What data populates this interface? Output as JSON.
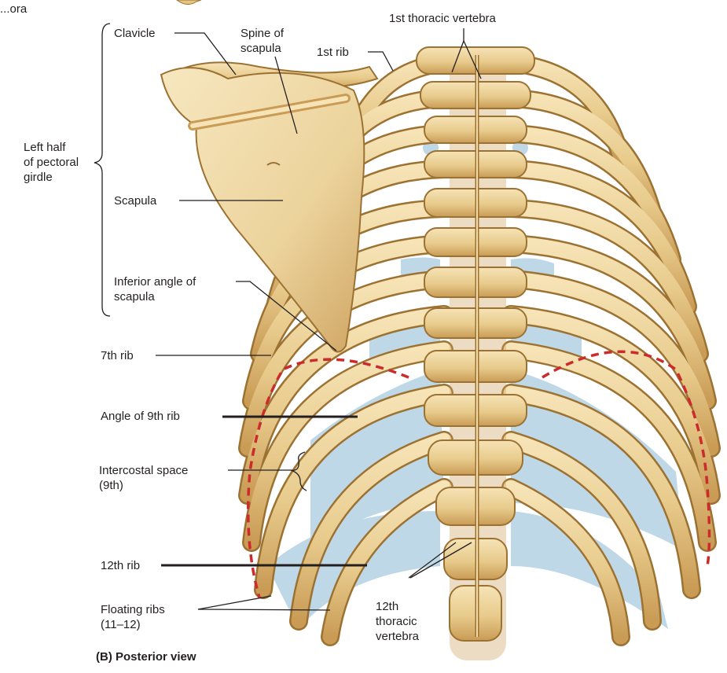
{
  "figure": {
    "caption": "(B)  Posterior view",
    "labels": {
      "cut_top_left": "...ora",
      "first_thoracic_vertebra": "1st thoracic vertebra",
      "clavicle": "Clavicle",
      "spine_of_scapula": "Spine of\nscapula",
      "first_rib": "1st rib",
      "left_half_pectoral_girdle": "Left half\nof pectoral\ngirdle",
      "scapula": "Scapula",
      "inferior_angle": "Inferior angle of\nscapula",
      "seventh_rib": "7th rib",
      "angle_9th_rib": "Angle of 9th rib",
      "intercostal_space": "Intercostal space\n(9th)",
      "twelfth_rib": "12th rib",
      "floating_ribs": "Floating ribs\n(11–12)",
      "twelfth_thoracic_vertebra": "12th\nthoracic\nvertebra"
    },
    "colors": {
      "bone": "#eed6a0",
      "bone_shadow": "#c79a52",
      "bone_outline": "#9c7233",
      "cartilage": "#bcd6e6",
      "leader_line": "#231f20",
      "dashed_outline": "#cc2b2b"
    }
  }
}
